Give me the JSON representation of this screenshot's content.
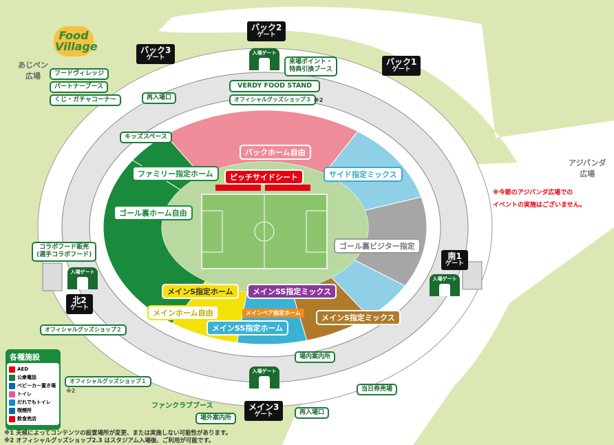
{
  "logo": "Food Village",
  "areas": {
    "ajipen": "あじペン\n広場",
    "ajipanda": "アジパンダ\n広場",
    "ajipanda_notice_1": "※今節のアジパンダ広場での",
    "ajipanda_notice_2": "イベントの実施はございません。"
  },
  "gates": [
    {
      "name": "バック2",
      "sub": "ゲート"
    },
    {
      "name": "バック3",
      "sub": "ゲート"
    },
    {
      "name": "バック1",
      "sub": "ゲート"
    },
    {
      "name": "南1",
      "sub": "ゲート"
    },
    {
      "name": "北2",
      "sub": "ゲート"
    },
    {
      "name": "メイン3",
      "sub": "ゲート"
    }
  ],
  "entry_gate": "入場ゲート",
  "sections": {
    "back_home": "バックホーム自由",
    "pitchside": "ピッチサイドシート",
    "side_mix": "サイド指定ミックス",
    "family": "ファミリー指定ホーム",
    "goal_home": "ゴール裏ホーム自由",
    "goal_visitor": "ゴール裏ビジター指定",
    "main_s_home": "メインS指定ホーム",
    "main_ss_mix": "メインSS指定ミックス",
    "main_pair_home": "メインペア指定ホーム",
    "main_home": "メインホーム自由",
    "main_ss_home": "メインSS指定ホーム",
    "main_s_mix": "メインS指定ミックス"
  },
  "facilities": {
    "food_village": "フードヴィレッジ",
    "partner": "パートナーブース",
    "kuji": "くじ・ガチャコーナー",
    "reentry_top": "再入場口",
    "verdy_food": "VERDY FOOD STAND",
    "points": "来場ポイント・\n特典引換ブース",
    "shop3": "オフィシャルグッズショップ３",
    "shop3_note": "※2",
    "kids": "キッズスペース",
    "collab": "コラボフード販売\n(選手コラボフード)",
    "shop2": "オフィシャルグッズショップ２",
    "shop1": "オフィシャルグッズショップ１",
    "shop1_note": "※2",
    "fanclub": "ファンクラブブース",
    "info_outside": "場外案内所",
    "info_inside": "場内案内所",
    "reentry_bottom": "再入場口",
    "tickets": "当日券売場"
  },
  "legend": {
    "title": "各種施設",
    "items": [
      {
        "icon": "aed-icon",
        "label": "AED",
        "color": "#e60012"
      },
      {
        "icon": "phone-icon",
        "label": "公衆電話",
        "color": "#1a7a3a"
      },
      {
        "icon": "stroller-icon",
        "label": "ベビーカー置き場",
        "color": "#0068b7"
      },
      {
        "icon": "toilet-icon",
        "label": "トイレ",
        "color": "#e85a9a"
      },
      {
        "icon": "accessible-toilet-icon",
        "label": "だれでもトイレ",
        "color": "#0a8fd4"
      },
      {
        "icon": "smoking-icon",
        "label": "喫煙所",
        "color": "#0068b7"
      },
      {
        "icon": "food-icon",
        "label": "飲食売店",
        "color": "#e60012"
      }
    ]
  },
  "notes": [
    "※1 天候によってコンテンツの設置場所が変更、または実施しない可能性があります。",
    "※2 オフィシャルグッズショップ2.3 はスタジアム入場後、ご利用が可能です。"
  ],
  "colors": {
    "back_home": "#ee8c9a",
    "side_mix": "#8fd0e6",
    "visitor": "#a6a6a6",
    "home_green": "#1a8a3c",
    "main_s_mix": "#b07a2a",
    "main_ss": "#3bb1d6",
    "yellow": "#f5e10a",
    "purple": "#8a3a9a",
    "pitch": "#b9d9a0"
  }
}
